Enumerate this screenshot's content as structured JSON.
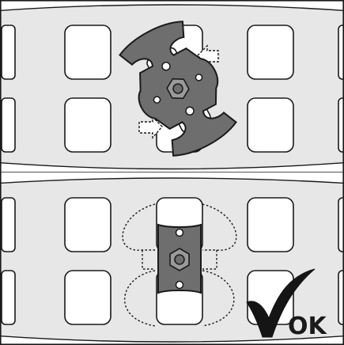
{
  "figure": {
    "panels": [
      {
        "name": "incorrect-orientation",
        "state": "rotated clamp plate"
      },
      {
        "name": "correct-orientation",
        "state": "aligned clamp plate"
      }
    ],
    "status_label": "OK",
    "colors": {
      "panel_fill": "#e7e7e7",
      "grid_cell": "#ffffff",
      "outline": "#1a1a1a",
      "plate": "#6e6e6e",
      "check": "#151515"
    },
    "icons": [
      "rotate-arrow-icon",
      "checkmark-icon"
    ]
  }
}
